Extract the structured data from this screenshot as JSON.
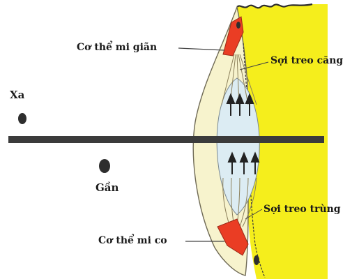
{
  "labels": {
    "ciliary_relaxed": "Cơ thể mi giãn",
    "zonule_taut": "Sợi treo căng",
    "far": "Xa",
    "near": "Gần",
    "zonule_slack": "Sợi treo trùng",
    "ciliary_contracted": "Cơ thể mi co"
  },
  "colors": {
    "background": "#ffffff",
    "retina": "#f5ee1c",
    "cornea": "#f7f3cd",
    "lens": "#dcecf3",
    "ciliary_muscle": "#ea3d24",
    "axis": "#3b3b3b",
    "object": "#2e2e2e"
  }
}
